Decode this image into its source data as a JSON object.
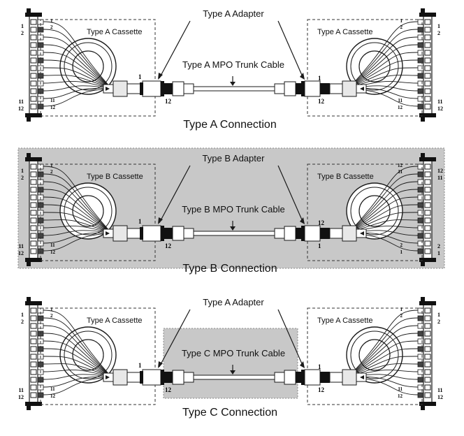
{
  "panels": [
    {
      "id": "a",
      "background": "#ffffff",
      "adapter_label": "Type A Adapter",
      "cassette_left_label": "Type A Cassette",
      "cassette_right_label": "Type A Cassette",
      "trunk_label": "Type A MPO Trunk Cable",
      "caption": "Type A Connection",
      "left_adapter_nums": [
        "1",
        "12"
      ],
      "right_adapter_nums": [
        "1",
        "12"
      ],
      "left_rack_top": [
        "1",
        "2"
      ],
      "left_rack_bottom": [
        "11",
        "12"
      ],
      "right_rack_top": [
        "1",
        "2"
      ],
      "right_rack_bottom": [
        "11",
        "12"
      ],
      "left_fan_top": [
        "1",
        "2"
      ],
      "left_fan_bottom": [
        "11",
        "12"
      ],
      "right_fan_top": [
        "1",
        "2"
      ],
      "right_fan_bottom": [
        "11",
        "12"
      ]
    },
    {
      "id": "b",
      "background": "#c8c8c8",
      "adapter_label": "Type B Adapter",
      "cassette_left_label": "Type B Cassette",
      "cassette_right_label": "Type B Cassette",
      "trunk_label": "Type B MPO Trunk Cable",
      "caption": "Type B Connection",
      "left_adapter_nums": [
        "1",
        "12"
      ],
      "right_adapter_nums": [
        "12",
        "1"
      ],
      "left_rack_top": [
        "1",
        "2"
      ],
      "left_rack_bottom": [
        "11",
        "12"
      ],
      "right_rack_top": [
        "12",
        "11"
      ],
      "right_rack_bottom": [
        "2",
        "1"
      ],
      "left_fan_top": [
        "1",
        "2"
      ],
      "left_fan_bottom": [
        "11",
        "12"
      ],
      "right_fan_top": [
        "12",
        "11"
      ],
      "right_fan_bottom": [
        "2",
        "1"
      ]
    },
    {
      "id": "c",
      "background": "#ffffff",
      "adapter_label": "Type A Adapter",
      "cassette_left_label": "Type A Cassette",
      "cassette_right_label": "Type A Cassette",
      "trunk_label": "Type C MPO Trunk Cable",
      "caption": "Type C Connection",
      "left_adapter_nums": [
        "1",
        "12"
      ],
      "right_adapter_nums": [
        "1",
        "12"
      ],
      "left_rack_top": [
        "1",
        "2"
      ],
      "left_rack_bottom": [
        "11",
        "12"
      ],
      "right_rack_top": [
        "1",
        "2"
      ],
      "right_rack_bottom": [
        "11",
        "12"
      ],
      "left_fan_top": [
        "1",
        "2"
      ],
      "left_fan_bottom": [
        "11",
        "12"
      ],
      "right_fan_top": [
        "1",
        "2"
      ],
      "right_fan_bottom": [
        "11",
        "12"
      ]
    }
  ],
  "colors": {
    "line": "#1a1a1a",
    "shade": "#c8c8c8",
    "connector": "#e8e8e8",
    "adapter_dark": "#111111"
  }
}
